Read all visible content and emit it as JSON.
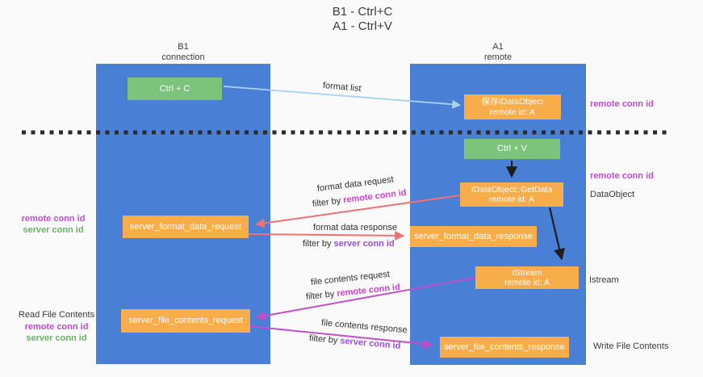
{
  "title": {
    "line1": "B1 - Ctrl+C",
    "line2": "A1 - Ctrl+V"
  },
  "lanes": {
    "left": {
      "name": "B1",
      "role": "connection"
    },
    "right": {
      "name": "A1",
      "role": "remote"
    }
  },
  "boxes": {
    "ctrl_c": {
      "label": "Ctrl + C"
    },
    "save_idataobject": {
      "line1": "保存IDataObject",
      "line2": "remote id: A"
    },
    "ctrl_v": {
      "label": "Ctrl + V"
    },
    "getdata": {
      "line1": "IDataObject::GetData",
      "line2": "remote id: A"
    },
    "format_request": {
      "label": "server_format_data_request"
    },
    "format_response": {
      "label": "server_format_data_response"
    },
    "istream": {
      "line1": "IStream",
      "line2": "remote id: A"
    },
    "file_request": {
      "label": "server_file_contents_request"
    },
    "file_response": {
      "label": "server_file_contents_response"
    }
  },
  "flow_labels": {
    "format_list": "format list",
    "format_data_request": "format data request",
    "format_data_response": "format data response",
    "file_contents_request": "file contents request",
    "file_contents_response": "file contents response",
    "filter_prefix": "filter by ",
    "remote_conn_id": "remote conn id",
    "server_conn_id": "server conn id"
  },
  "side_labels": {
    "left_mid_remote": "remote conn id",
    "left_mid_server": "server conn id",
    "read_file_contents": "Read File Contents",
    "left_bottom_remote": "remote conn id",
    "left_bottom_server": "server conn id",
    "right_top_remote": "remote conn id",
    "right_mid_remote": "remote conn id",
    "right_dataobject": "DataObject",
    "right_istream": "Istream",
    "write_file_contents": "Write File Contents"
  },
  "colors": {
    "lane_blue": "#4a7fd6",
    "box_green": "#7cc37c",
    "box_orange": "#f8ad4b",
    "arrow_light_blue": "#a9d2ef",
    "arrow_red": "#ee7272",
    "arrow_magenta": "#c44ec8",
    "arrow_black": "#1f1f1f",
    "dashed_line": "#2b2b2b",
    "text_remote_purple": "#bb4ecc",
    "text_server_green": "#6ab26a",
    "highlight_remote": "#cc44cc",
    "highlight_server": "#9b4fd6"
  }
}
